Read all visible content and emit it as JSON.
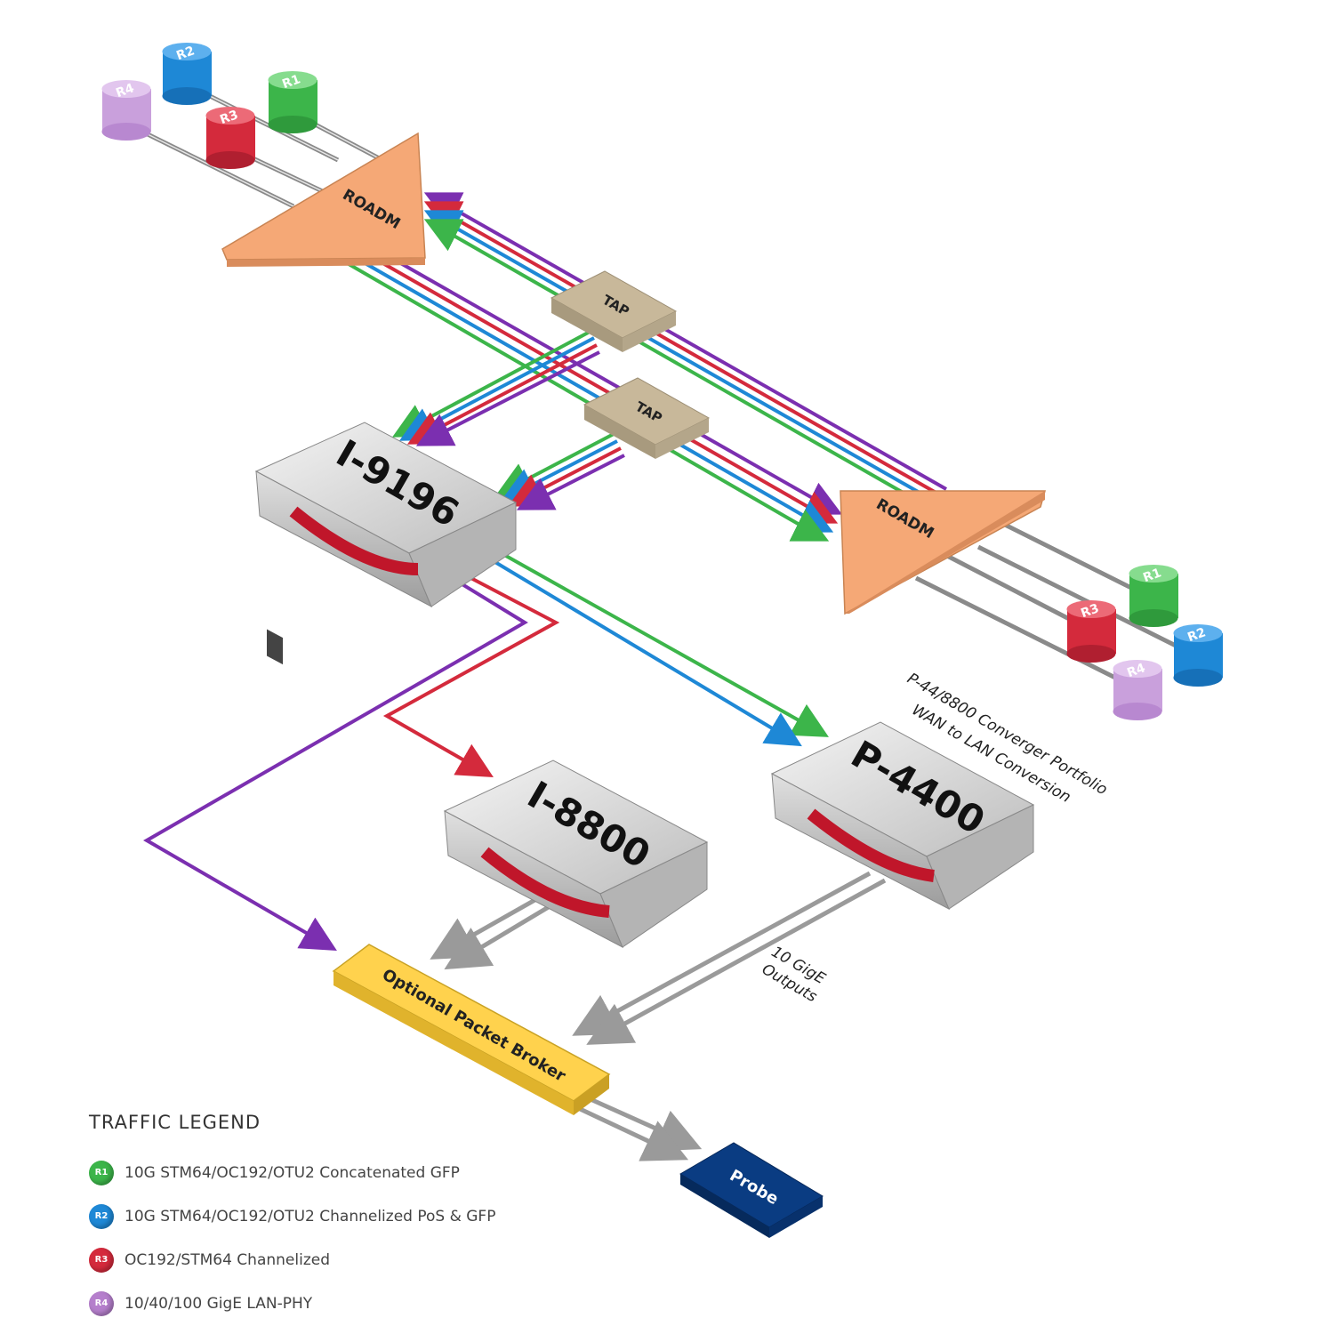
{
  "colors": {
    "r1": "#3cb54a",
    "r2": "#1e88d6",
    "r3": "#d42a3c",
    "r4": "#c9a0dc",
    "purple_line": "#7b2fb0",
    "roadm": "#f5a876",
    "tap": "#c8b89a",
    "broker": "#ffd24d",
    "probe": "#0a3c82"
  },
  "routers_top": [
    {
      "id": "R1",
      "color": "r1"
    },
    {
      "id": "R2",
      "color": "r2"
    },
    {
      "id": "R3",
      "color": "r3"
    },
    {
      "id": "R4",
      "color": "r4"
    }
  ],
  "routers_right": [
    {
      "id": "R1",
      "color": "r1"
    },
    {
      "id": "R2",
      "color": "r2"
    },
    {
      "id": "R3",
      "color": "r3"
    },
    {
      "id": "R4",
      "color": "r4"
    }
  ],
  "roadm_top": {
    "label": "ROADM"
  },
  "roadm_right": {
    "label": "ROADM"
  },
  "tap_upper": {
    "label": "TAP"
  },
  "tap_lower": {
    "label": "TAP"
  },
  "device_i9196": {
    "label": "I-9196"
  },
  "device_i8800": {
    "label": "I-8800"
  },
  "device_p4400": {
    "label": "P-4400"
  },
  "converger_note": {
    "line1": "P-44/8800 Converger Portfolio",
    "line2": "WAN to LAN Conversion"
  },
  "outputs_note": {
    "line1": "10 GigE",
    "line2": "Outputs"
  },
  "broker": {
    "label": "Optional Packet Broker"
  },
  "probe": {
    "label": "Probe"
  },
  "legend": {
    "title": "TRAFFIC LEGEND",
    "items": [
      {
        "badge": "R1",
        "color": "r1",
        "text": "10G STM64/OC192/OTU2 Concatenated GFP"
      },
      {
        "badge": "R2",
        "color": "r2",
        "text": "10G STM64/OC192/OTU2 Channelized PoS & GFP"
      },
      {
        "badge": "R3",
        "color": "r3",
        "text": "OC192/STM64 Channelized"
      },
      {
        "badge": "R4",
        "color": "r4",
        "text": "10/40/100 GigE LAN-PHY"
      }
    ]
  }
}
